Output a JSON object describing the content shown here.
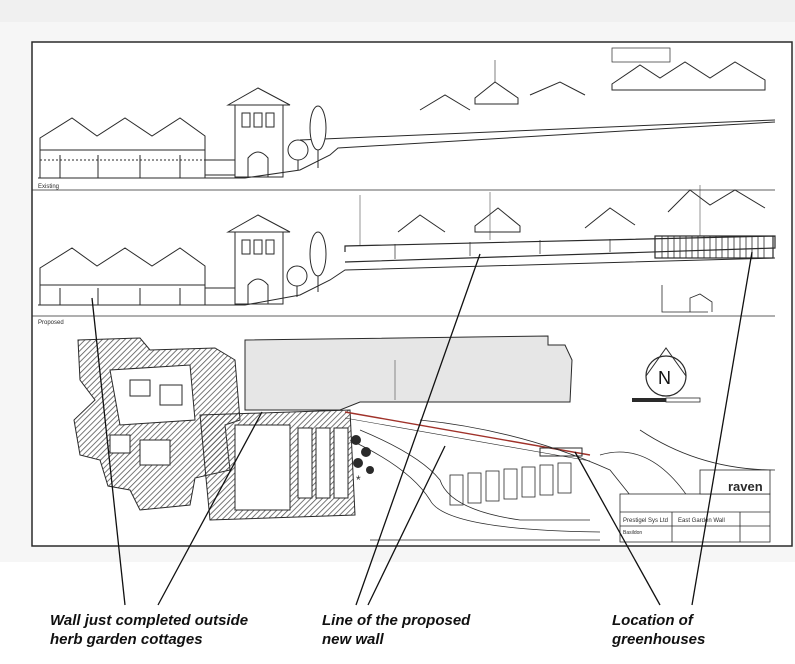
{
  "drawing": {
    "label_existing": "Existing",
    "label_proposed": "Proposed",
    "north_letter": "N",
    "title_block": {
      "company": "raven",
      "client": "Prestigel Sys Ltd",
      "project": "East Garden Wall",
      "place": "Basildon"
    }
  },
  "captions": {
    "wall_completed": "Wall just completed outside\nherb garden cottages",
    "proposed_wall": "Line of the proposed\nnew wall",
    "greenhouses": "Location of\ngreenhouses"
  },
  "colors": {
    "ink": "#2a2a2a",
    "hatch": "#555555",
    "building_fill": "#e6e6e6",
    "wall_line": "#a0322a"
  }
}
